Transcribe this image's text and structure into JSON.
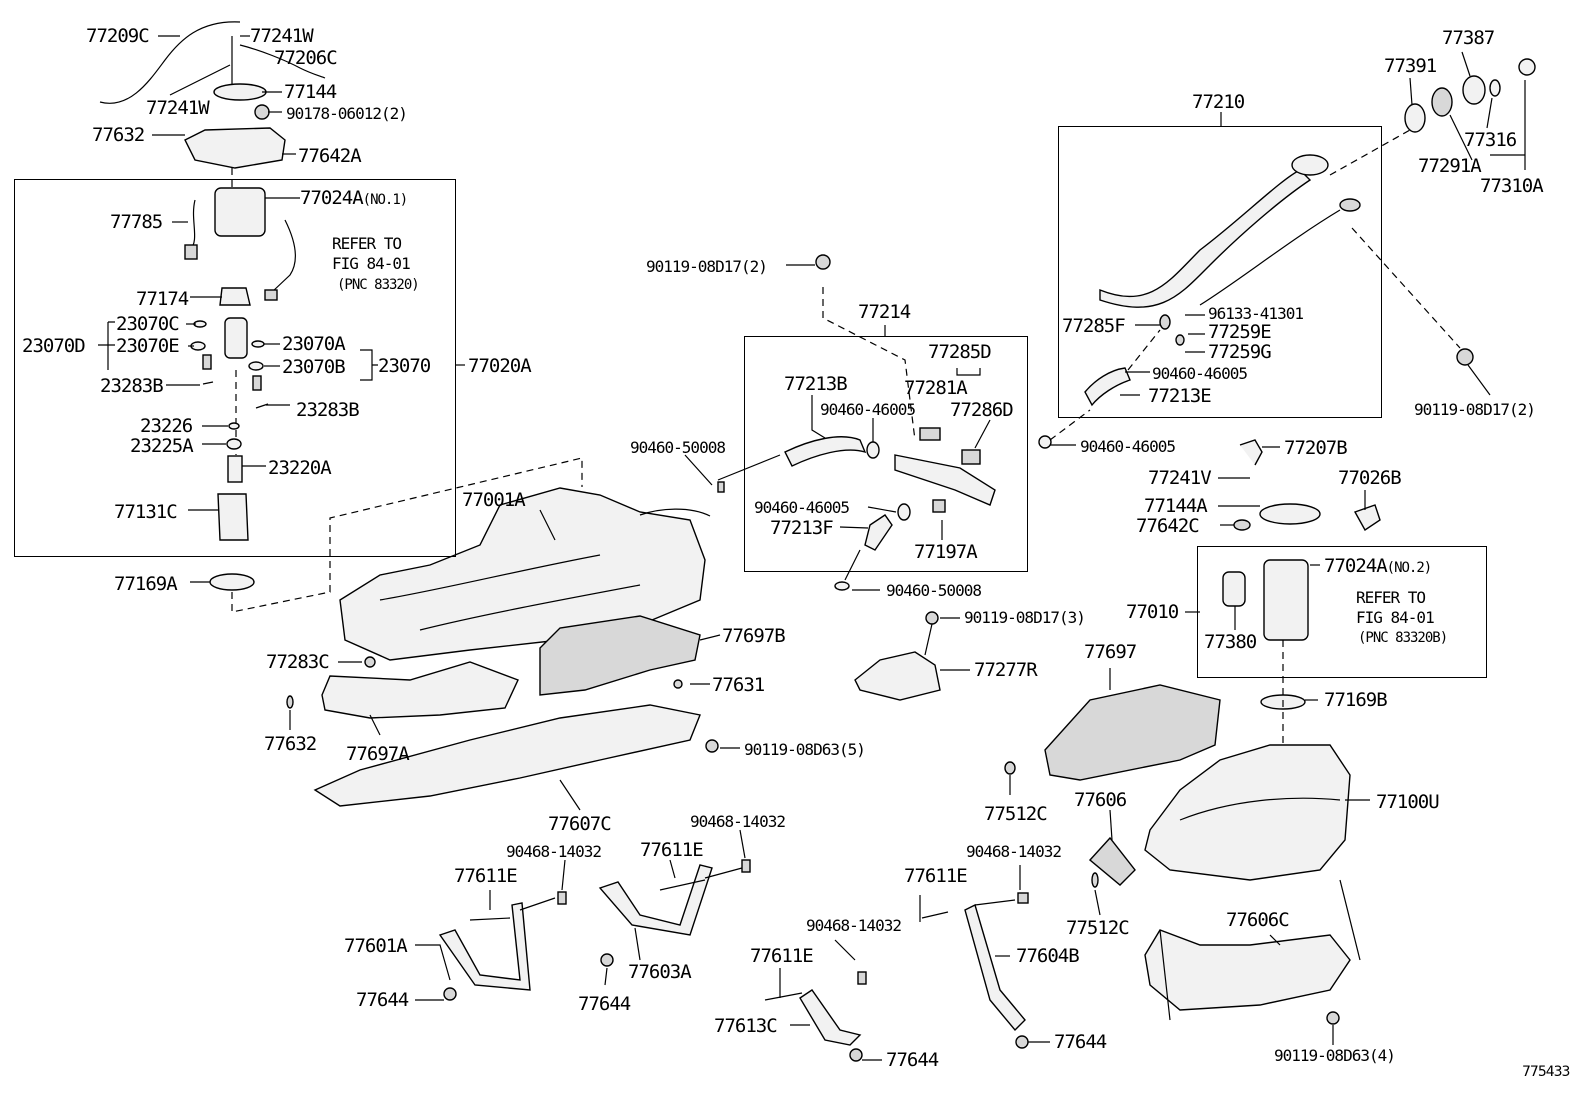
{
  "diagram_code": "775433",
  "parts": {
    "p77209C": "77209C",
    "p77241W_a": "77241W",
    "p77206C": "77206C",
    "p77241W_b": "77241W",
    "p77144": "77144",
    "p90178": "90178-06012(2)",
    "p77632_a": "77632",
    "p77642A": "77642A",
    "p77024A1": "77024A",
    "p77024A1_sfx": "(NO.1)",
    "p77785": "77785",
    "refer1_a": "REFER TO",
    "refer1_b": "FIG 84-01",
    "refer1_c": "(PNC 83320)",
    "p77174": "77174",
    "p23070C": "23070C",
    "p23070D": "23070D",
    "p23070E": "23070E",
    "p23070A": "23070A",
    "p23070B": "23070B",
    "p23070": "23070",
    "p77020A": "77020A",
    "p23283B_a": "23283B",
    "p23283B_b": "23283B",
    "p23226": "23226",
    "p23225A": "23225A",
    "p23220A": "23220A",
    "p77131C": "77131C",
    "p77169A": "77169A",
    "p90119_08D17_2a": "90119-08D17(2)",
    "p77214": "77214",
    "p77285D": "77285D",
    "p77213B": "77213B",
    "p77281A": "77281A",
    "p90460_46005_a": "90460-46005",
    "p77286D": "77286D",
    "p90460_50008_a": "90460-50008",
    "p90460_46005_b": "90460-46005",
    "p77213F": "77213F",
    "p77197A": "77197A",
    "p90460_50008_b": "90460-50008",
    "p77001A": "77001A",
    "p77283C": "77283C",
    "p77697B": "77697B",
    "p77631": "77631",
    "p77632_b": "77632",
    "p77697A": "77697A",
    "p90119_08D63_5": "90119-08D63(5)",
    "p77607C": "77607C",
    "p90119_08D17_3": "90119-08D17(3)",
    "p77277R": "77277R",
    "p77210": "77210",
    "p77285F": "77285F",
    "p96133": "96133-41301",
    "p77259E": "77259E",
    "p77259G": "77259G",
    "p90460_46005_c": "90460-46005",
    "p77213E": "77213E",
    "p90460_46005_d": "90460-46005",
    "p77391": "77391",
    "p77387": "77387",
    "p77316": "77316",
    "p77291A": "77291A",
    "p77310A": "77310A",
    "p90119_08D17_2b": "90119-08D17(2)",
    "p77207B": "77207B",
    "p77241V": "77241V",
    "p77026B": "77026B",
    "p77144A": "77144A",
    "p77642C": "77642C",
    "p77024A2": "77024A",
    "p77024A2_sfx": "(NO.2)",
    "p77010": "77010",
    "p77380": "77380",
    "refer2_a": "REFER TO",
    "refer2_b": "FIG 84-01",
    "refer2_c": "(PNC 83320B)",
    "p77169B": "77169B",
    "p77697": "77697",
    "p77512C_a": "77512C",
    "p77606": "77606",
    "p77100U": "77100U",
    "p77512C_b": "77512C",
    "p77606C": "77606C",
    "p90468_a": "90468-14032",
    "p90468_b": "90468-14032",
    "p90468_c": "90468-14032",
    "p90468_d": "90468-14032",
    "p77611E_a": "77611E",
    "p77611E_b": "77611E",
    "p77611E_c": "77611E",
    "p77611E_d": "77611E",
    "p77601A": "77601A",
    "p77603A": "77603A",
    "p77604B": "77604B",
    "p77613C": "77613C",
    "p77644_a": "77644",
    "p77644_b": "77644",
    "p77644_c": "77644",
    "p77644_d": "77644",
    "p90119_08D63_4": "90119-08D63(4)"
  }
}
